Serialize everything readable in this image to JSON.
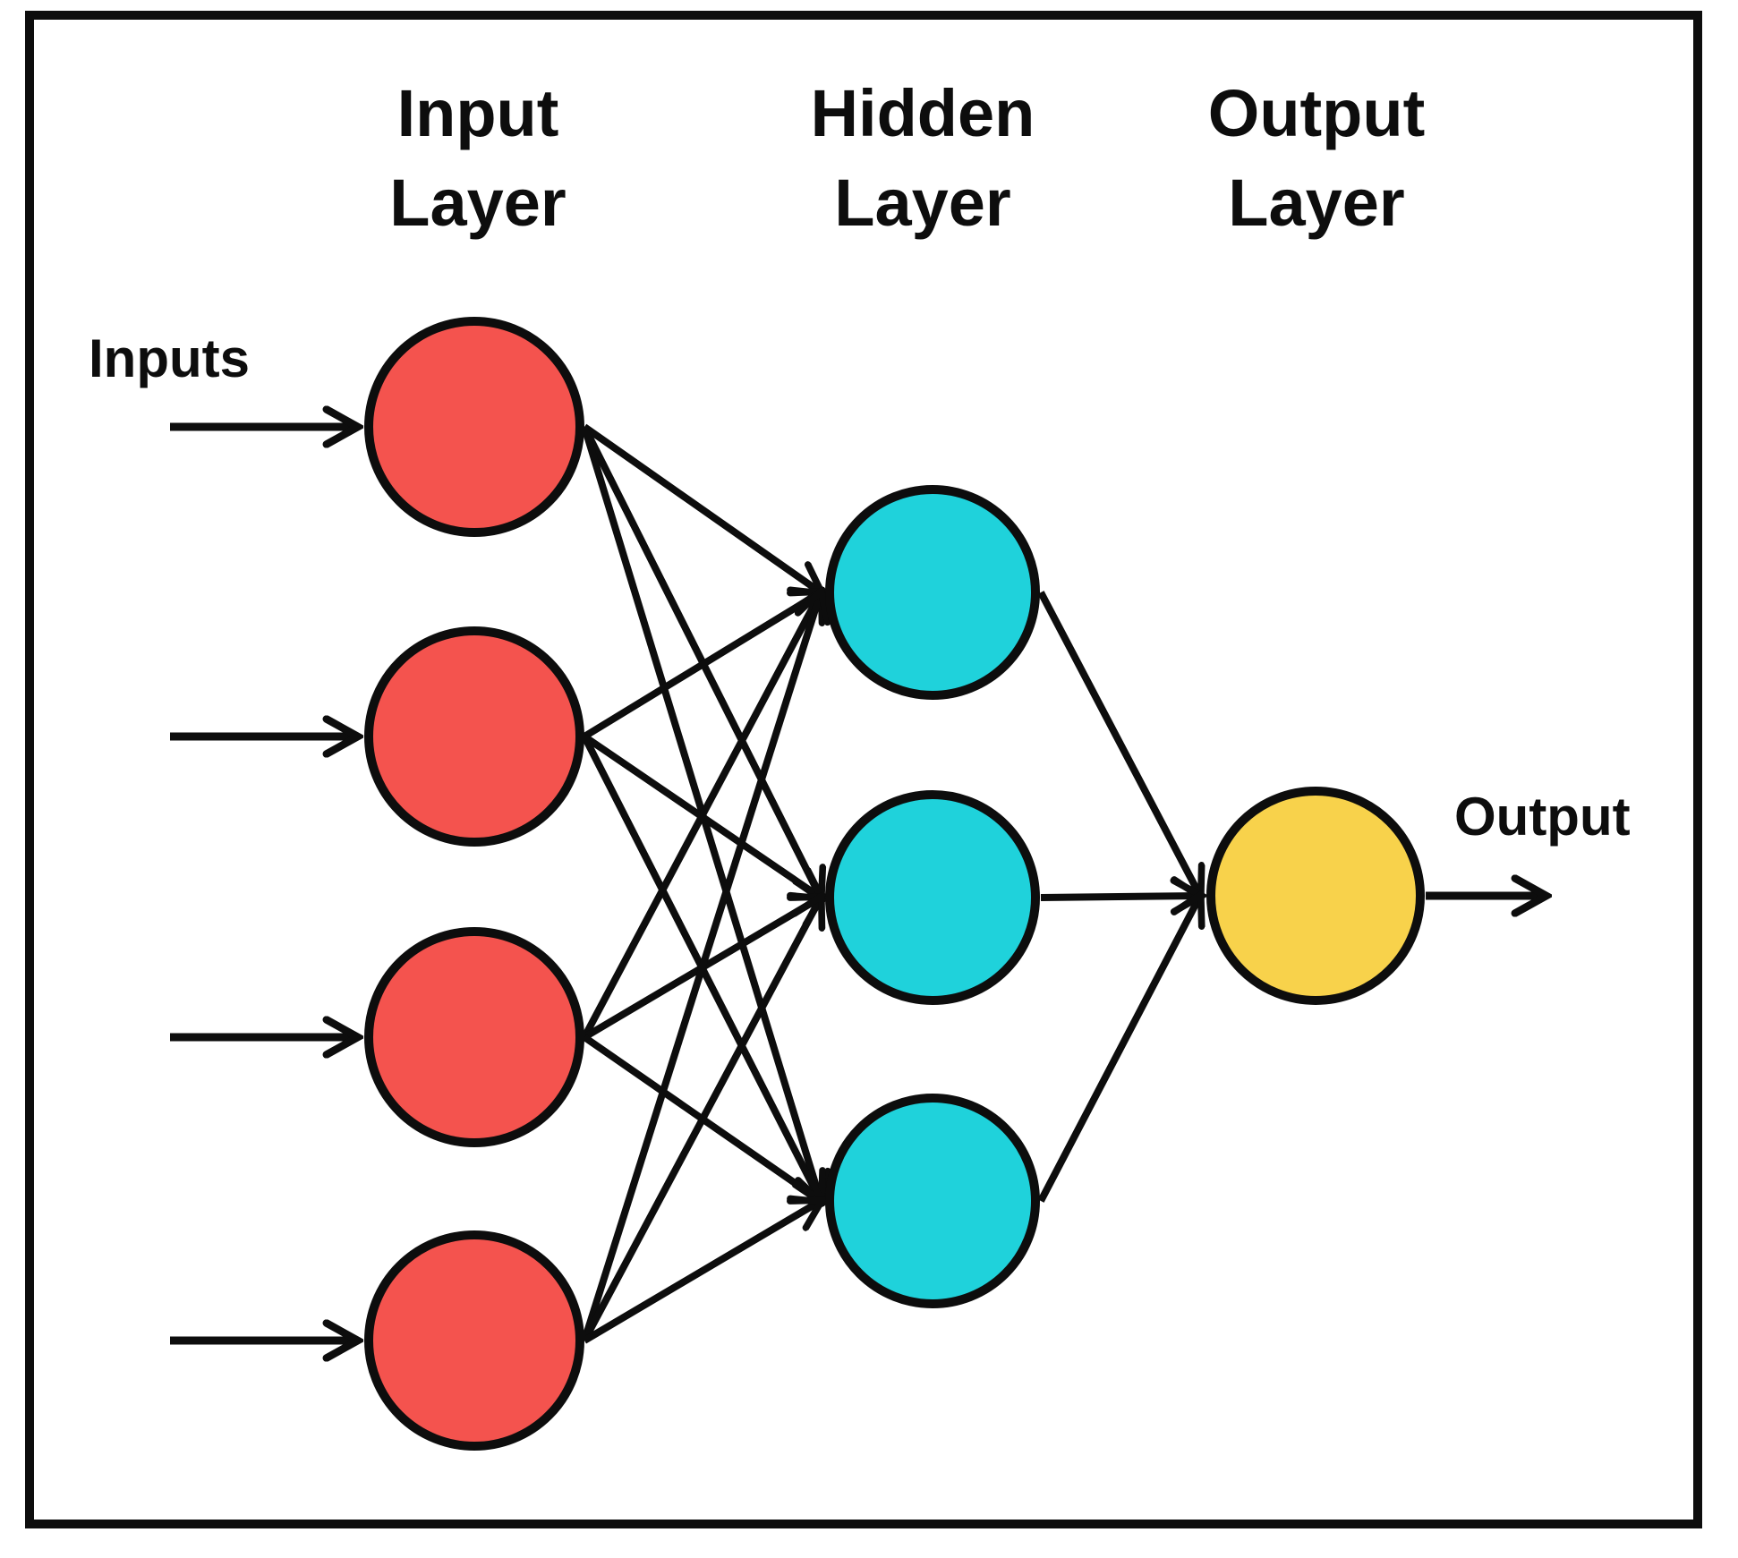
{
  "diagram": {
    "type": "neural-network-diagram",
    "titles": [
      {
        "line1": "Input",
        "line2": "Layer"
      },
      {
        "line1": "Hidden",
        "line2": "Layer"
      },
      {
        "line1": "Output",
        "line2": "Layer"
      }
    ],
    "labels": {
      "inputs": "Inputs",
      "output": "Output"
    },
    "colors": {
      "input_node": "#F4534E",
      "hidden_node": "#1FD2DB",
      "output_node": "#F8D24B",
      "line": "#0D0D0D",
      "background": "#FFFFFF"
    },
    "structure": {
      "layers": [
        {
          "name": "Input Layer",
          "nodes": 4,
          "color": "#F4534E"
        },
        {
          "name": "Hidden Layer",
          "nodes": 3,
          "color": "#1FD2DB"
        },
        {
          "name": "Output Layer",
          "nodes": 1,
          "color": "#F8D24B"
        }
      ],
      "connections": "fully-connected-between-adjacent-layers",
      "external_inputs": 4,
      "external_outputs": 1
    }
  }
}
